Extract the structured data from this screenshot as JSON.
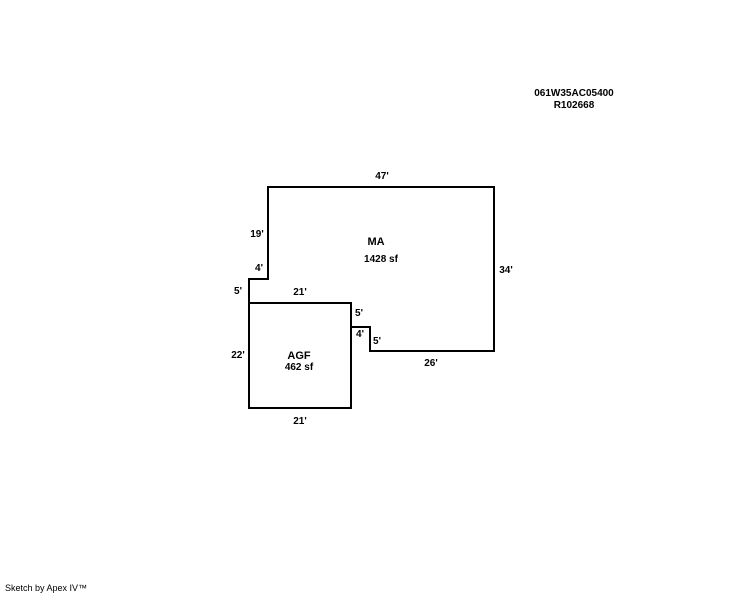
{
  "parcel": {
    "account": "061W35AC05400",
    "reference": "R102668"
  },
  "areas": {
    "main": {
      "code": "MA",
      "size": "1428 sf"
    },
    "garage": {
      "code": "AGF",
      "size": "462 sf"
    }
  },
  "dimensions": {
    "ma_top": "47'",
    "ma_right": "34'",
    "ma_bottom": "26'",
    "ma_left_upper": "19'",
    "ma_left_step": "4'",
    "ma_left_lower": "5'",
    "ma_shared": "21'",
    "ma_notch_upper": "5'",
    "ma_notch_width": "4'",
    "ma_notch_lower": "5'",
    "agf_left": "22'",
    "agf_bottom": "21'"
  },
  "footer": {
    "credit": "Sketch by Apex IV™"
  }
}
